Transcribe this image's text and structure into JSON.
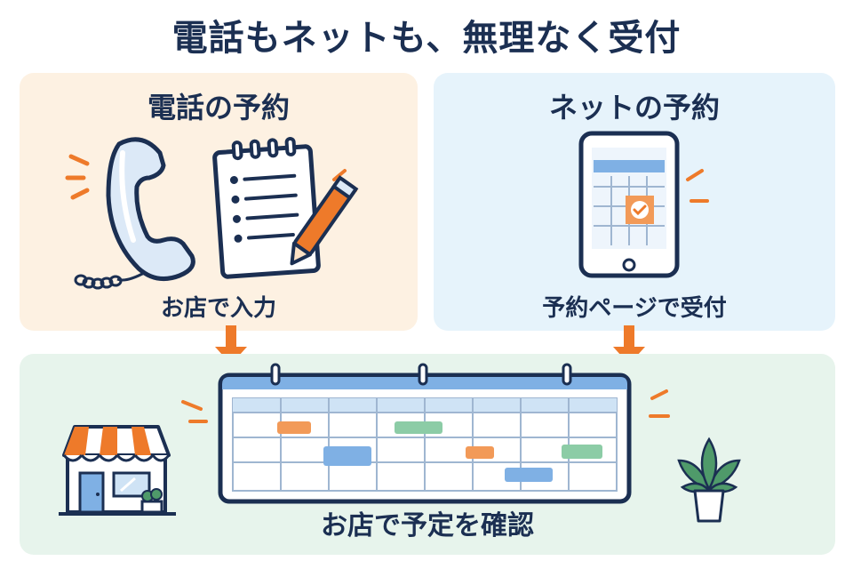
{
  "title": "電話もネットも、無理なく受付",
  "phone_panel": {
    "heading": "電話の予約",
    "caption": "お店で入力"
  },
  "net_panel": {
    "heading": "ネットの予約",
    "caption": "予約ページで受付"
  },
  "store_panel": {
    "caption": "お店で予定を確認"
  },
  "colors": {
    "navy": "#1b2f52",
    "orange": "#ee7a2a",
    "blue": "#7fb0e4",
    "green": "#8ccca6",
    "phone_bg": "#fdf1e2",
    "net_bg": "#e6f3fb",
    "store_bg": "#e7f4ec"
  }
}
